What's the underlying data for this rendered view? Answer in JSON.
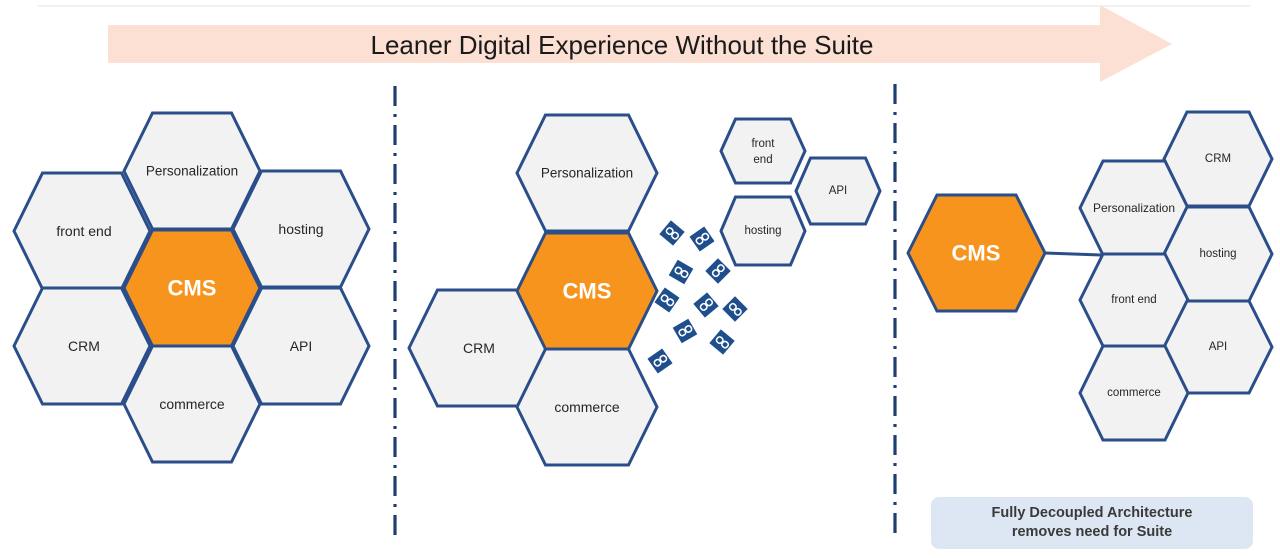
{
  "title": "Leaner Digital Experience Without the Suite",
  "colors": {
    "arrow_fill": "#fbe0d3",
    "hex_fill": "#f2f2f2",
    "hex_stroke": "#2a4e8a",
    "cms_fill": "#f7941d",
    "divider": "#1f3e72",
    "chain": "#1f4e8c",
    "note_bg": "#dde7f3"
  },
  "panel1": {
    "cms": "CMS",
    "personalization": "Personalization",
    "front_end": "front end",
    "hosting": "hosting",
    "crm": "CRM",
    "api": "API",
    "commerce": "commerce"
  },
  "panel2": {
    "cms": "CMS",
    "personalization": "Personalization",
    "crm": "CRM",
    "commerce": "commerce",
    "front_end_line1": "front",
    "front_end_line2": "end",
    "api": "API",
    "hosting": "hosting",
    "broken_link_icon": "broken-chain-link-icon"
  },
  "panel3": {
    "cms": "CMS",
    "crm": "CRM",
    "personalization": "Personalization",
    "hosting": "hosting",
    "front_end": "front end",
    "api": "API",
    "commerce": "commerce"
  },
  "note": {
    "line1": "Fully Decoupled Architecture",
    "line2": "removes need for Suite"
  }
}
